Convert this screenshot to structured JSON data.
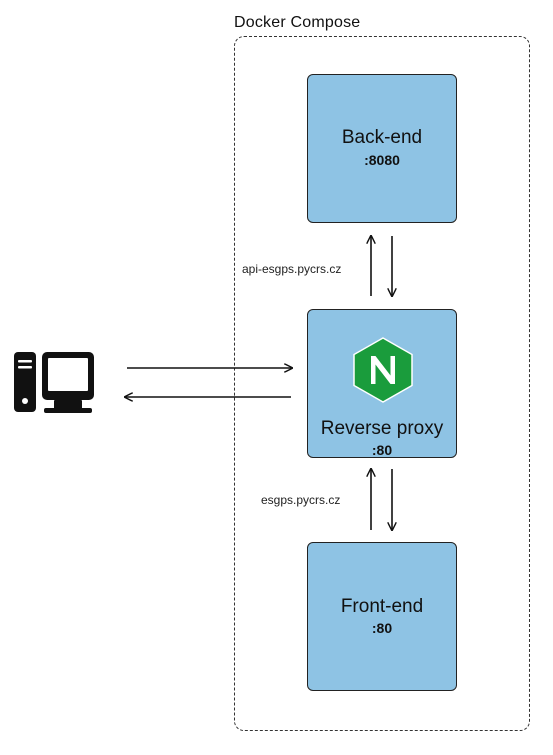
{
  "group": {
    "label": "Docker Compose"
  },
  "nodes": {
    "backend": {
      "name": "Back-end",
      "port": ":8080"
    },
    "proxy": {
      "name": "Reverse proxy",
      "port": ":80",
      "logo_icon": "nginx-logo-icon"
    },
    "frontend": {
      "name": "Front-end",
      "port": ":80"
    }
  },
  "edges": {
    "proxy_backend": {
      "label": "api-esgps.pycrs.cz"
    },
    "proxy_frontend": {
      "label": "esgps.pycrs.cz"
    }
  },
  "client": {
    "icon": "desktop-computer-icon"
  },
  "colors": {
    "node_fill": "#8ec3e4",
    "nginx_green": "#1a9c3c"
  }
}
